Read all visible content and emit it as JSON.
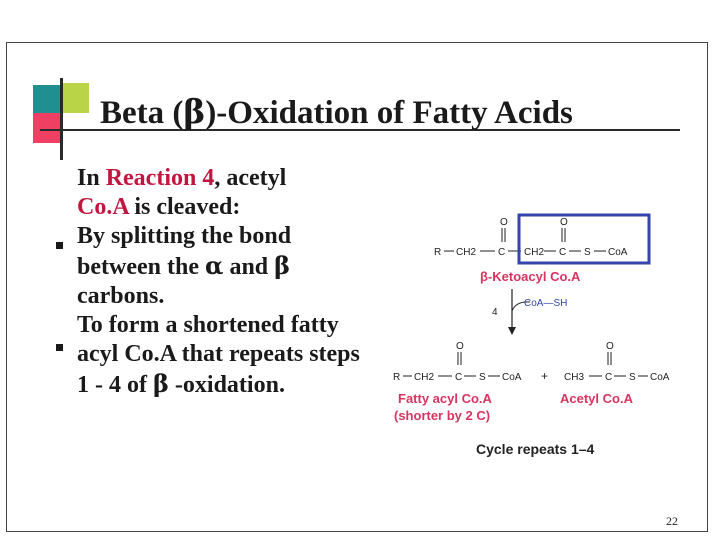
{
  "title": {
    "prefix": "Beta (",
    "symbol": "β",
    "suffix": ")-Oxidation of Fatty Acids"
  },
  "bullets": [
    {
      "line1_pre": "In ",
      "line1_red": "Reaction 4",
      "line1_post": ", acetyl",
      "line2_red": "Co.A",
      "line2_post": " is cleaved:"
    },
    {
      "text_a": "By splitting the bond between the ",
      "alpha": "α",
      "text_b": " and ",
      "beta": "β",
      "text_c": " carbons."
    },
    {
      "text_a": "To form a shortened fatty acyl Co.A that repeats steps 1 - 4 of ",
      "beta": "β",
      "text_b": " -oxidation."
    }
  ],
  "diagram": {
    "substrate_formula": {
      "R": "R",
      "ch2_a": "CH2",
      "c1": "C",
      "ch2_b": "CH2",
      "c2": "C",
      "s": "S",
      "coa": "CoA",
      "o1": "O",
      "o2": "O"
    },
    "substrate_name": "β-Ketoacyl Co.A",
    "step_number": "4",
    "reagent": "CoA—SH",
    "product1_formula": {
      "R": "R",
      "ch2": "CH2",
      "c": "C",
      "s": "S",
      "coa": "CoA",
      "o": "O"
    },
    "plus": "+",
    "product2_formula": {
      "ch3": "CH3",
      "c": "C",
      "s": "S",
      "coa": "CoA",
      "o": "O"
    },
    "product1_name": "Fatty acyl Co.A",
    "product1_note": "(shorter by 2 C)",
    "product2_name": "Acetyl Co.A",
    "cycle_text": "Cycle repeats 1–4",
    "colors": {
      "box": "#3344aa",
      "label": "#d8345f",
      "formula": "#222222"
    }
  },
  "page_number": "22",
  "colors": {
    "accent_red": "#c0163f",
    "teal": "#1f8f8f",
    "pink": "#ef3f63",
    "lime": "#b9d447"
  }
}
